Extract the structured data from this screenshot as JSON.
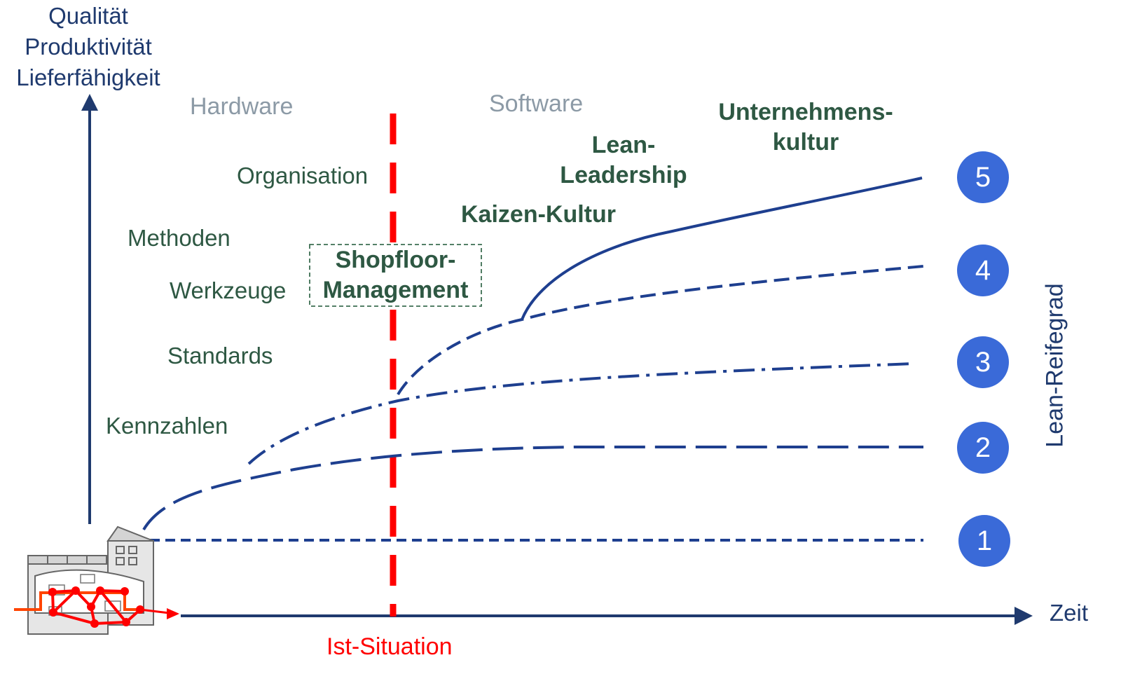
{
  "y_axis_title": [
    "Qualität",
    "Produktivität",
    "Lieferfähigkeit"
  ],
  "x_axis_title": "Zeit",
  "right_axis_title": "Lean-Reifegrad",
  "marker_label": "Ist-Situation",
  "region_labels": {
    "left": "Hardware",
    "right": "Software"
  },
  "hardware_items": [
    "Organisation",
    "Methoden",
    "Werkzeuge",
    "Standards",
    "Kennzahlen"
  ],
  "software_items": {
    "shopfloor": [
      "Shopfloor-",
      "Management"
    ],
    "kaizen": "Kaizen-Kultur",
    "lean_leadership": [
      "Lean-",
      "Leadership"
    ],
    "culture": [
      "Unternehmens-",
      "kultur"
    ]
  },
  "levels": [
    "1",
    "2",
    "3",
    "4",
    "5"
  ],
  "colors": {
    "axis": "#1f3a6e",
    "curve": "#1e3f8f",
    "marker": "#ff0000",
    "circle": "#3a6ad8",
    "text_green": "#2e5843",
    "text_gray": "#8c9aa6"
  },
  "icons": [
    "factory-icon",
    "process-flow-icon"
  ]
}
